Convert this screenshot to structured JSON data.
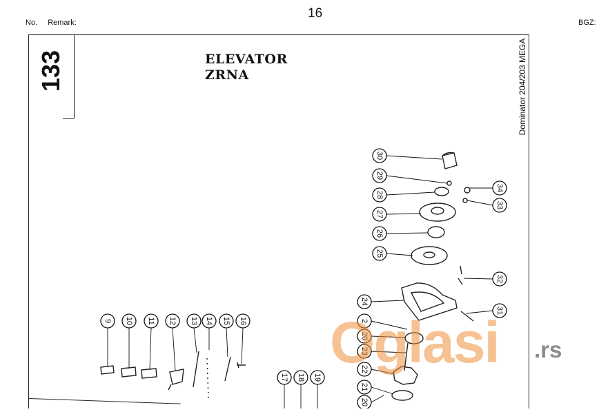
{
  "header": {
    "no_label": "No.",
    "remark_label": "Remark:",
    "page_number": "16",
    "right_label": "BGZ:"
  },
  "section": {
    "number": "133",
    "title_line1": "ELEVATOR",
    "title_line2": "ZRNA",
    "model": "Dominator 204/203 MEGA"
  },
  "callouts": [
    "30",
    "29",
    "28",
    "27",
    "26",
    "25",
    "34",
    "33",
    "32",
    "31",
    "24",
    "2",
    "20",
    "23",
    "22",
    "21",
    "20",
    "9",
    "10",
    "11",
    "12",
    "13",
    "14",
    "15",
    "16",
    "17",
    "18",
    "19"
  ],
  "watermark": {
    "main": "Oglasi",
    "suffix": ".rs"
  }
}
